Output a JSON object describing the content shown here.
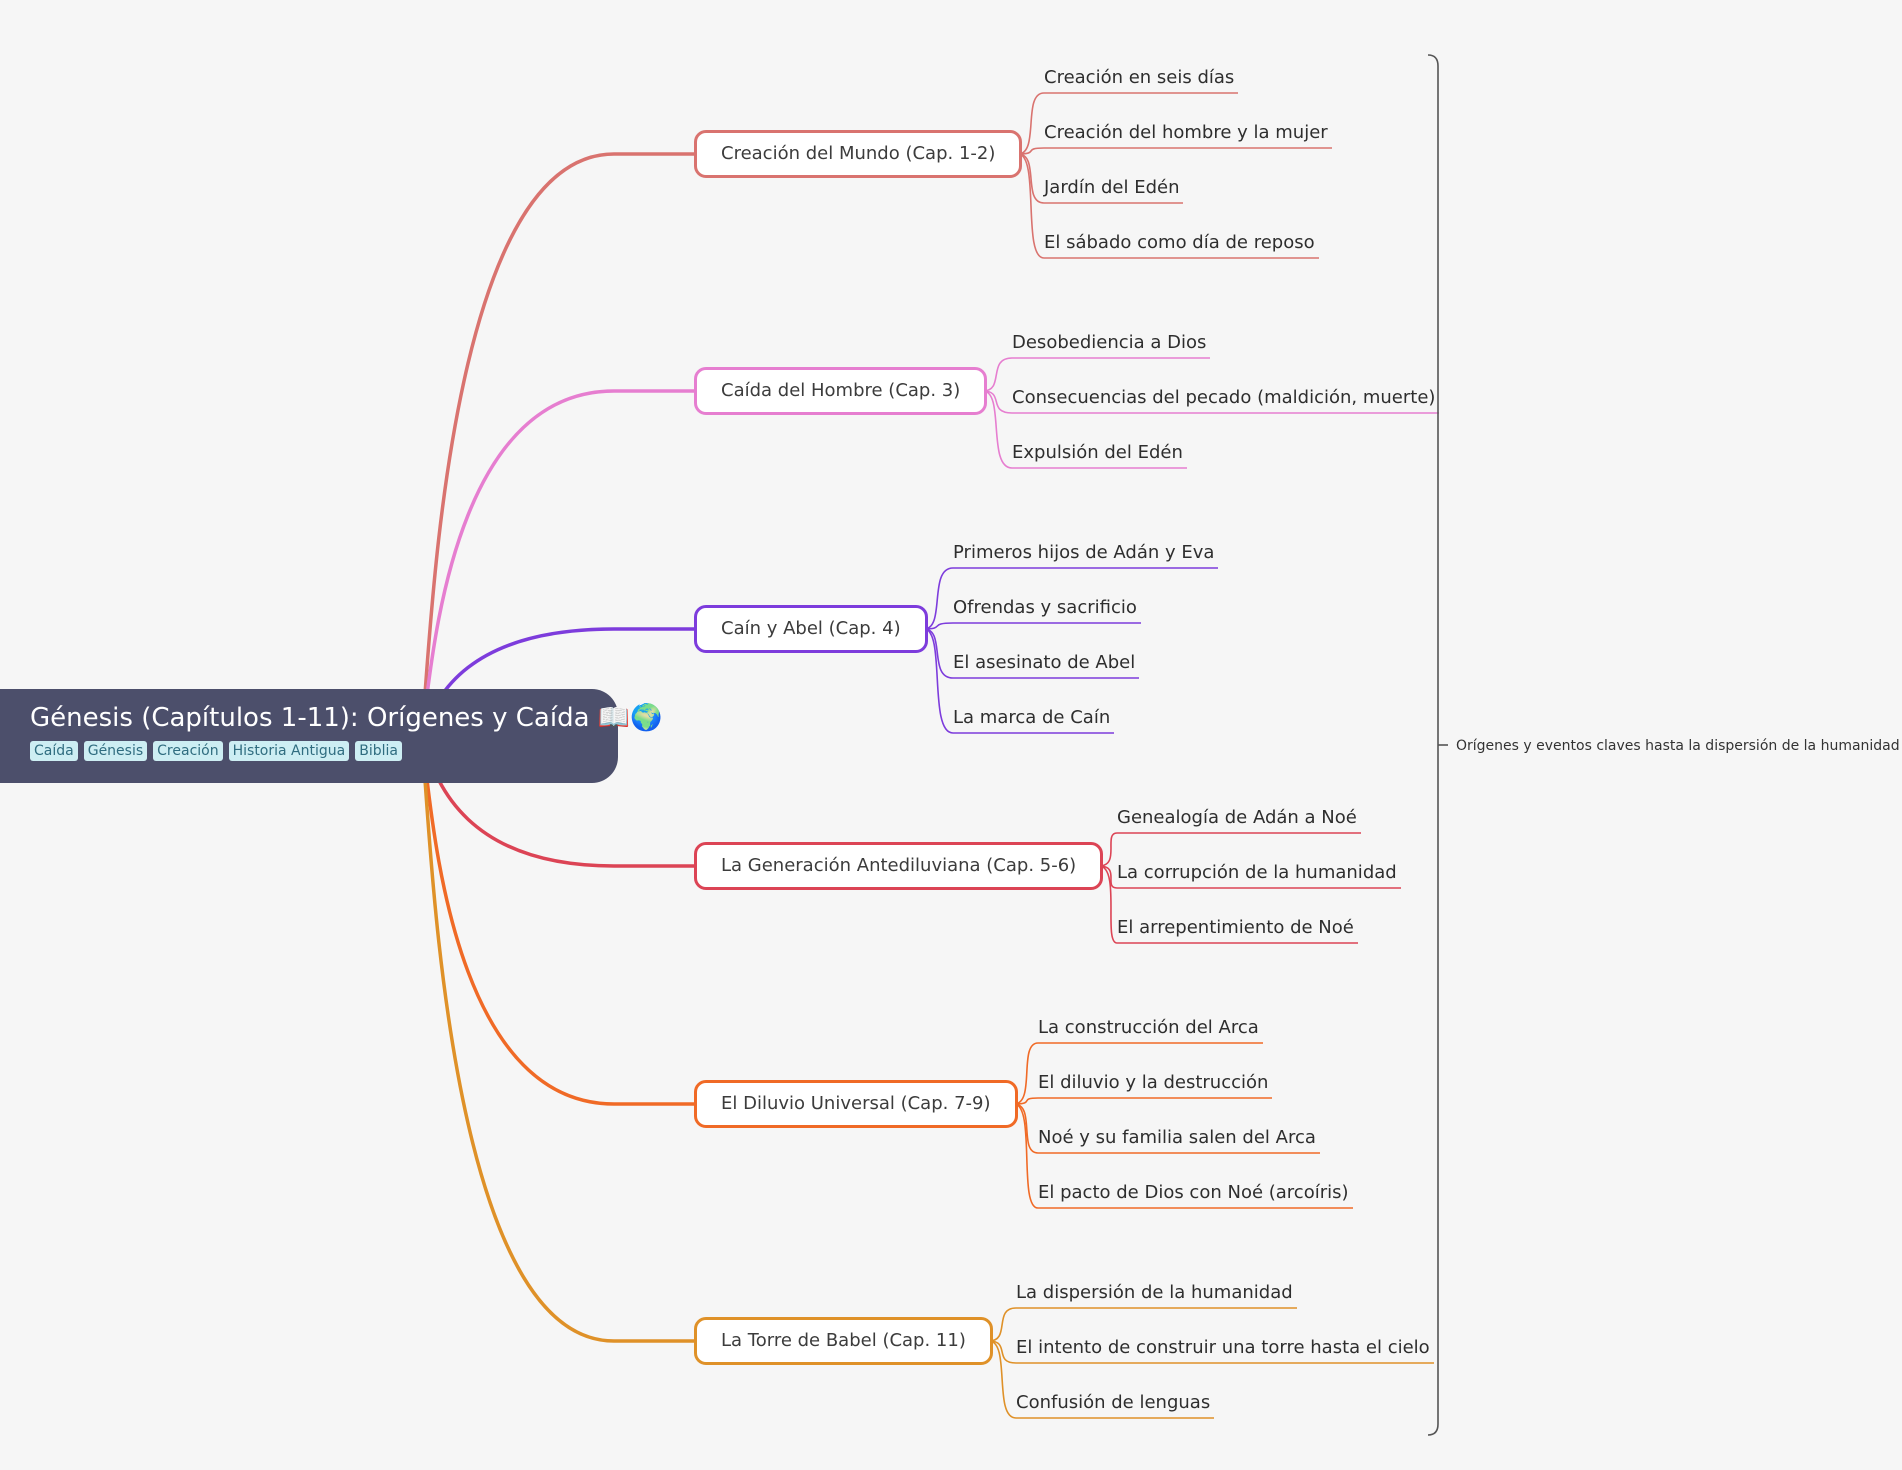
{
  "root": {
    "title": "Génesis (Capítulos 1-11): Orígenes y Caída 📖🌍",
    "tags": [
      "Caída",
      "Génesis",
      "Creación",
      "Historia Antigua",
      "Biblia"
    ]
  },
  "branches": [
    {
      "label": "Creación del Mundo (Cap. 1-2)",
      "color": "#d9736f",
      "children": [
        "Creación en seis días",
        "Creación del hombre y la mujer",
        "Jardín del Edén",
        "El sábado como día de reposo"
      ]
    },
    {
      "label": "Caída del Hombre (Cap. 3)",
      "color": "#e67ed0",
      "children": [
        "Desobediencia a Dios",
        "Consecuencias del pecado (maldición, muerte)",
        "Expulsión del Edén"
      ]
    },
    {
      "label": "Caín y Abel (Cap. 4)",
      "color": "#7d3cdc",
      "children": [
        "Primeros hijos de Adán y Eva",
        "Ofrendas y sacrificio",
        "El asesinato de Abel",
        "La marca de Caín"
      ]
    },
    {
      "label": "La Generación Antediluviana (Cap. 5-6)",
      "color": "#dc4455",
      "children": [
        "Genealogía de Adán a Noé",
        "La corrupción de la humanidad",
        "El arrepentimiento de Noé"
      ]
    },
    {
      "label": "El Diluvio Universal (Cap. 7-9)",
      "color": "#f06a26",
      "children": [
        "La construcción del Arca",
        "El diluvio y la destrucción",
        "Noé y su familia salen del Arca",
        "El pacto de Dios con Noé (arcoíris)"
      ]
    },
    {
      "label": "La Torre de Babel (Cap. 11)",
      "color": "#df9128",
      "children": [
        "La dispersión de la humanidad",
        "El intento de construir una torre hasta el cielo",
        "Confusión de lenguas"
      ]
    }
  ],
  "summary": {
    "text": "Orígenes y eventos claves hasta la dispersión de la humanidad",
    "color": "#555555"
  }
}
